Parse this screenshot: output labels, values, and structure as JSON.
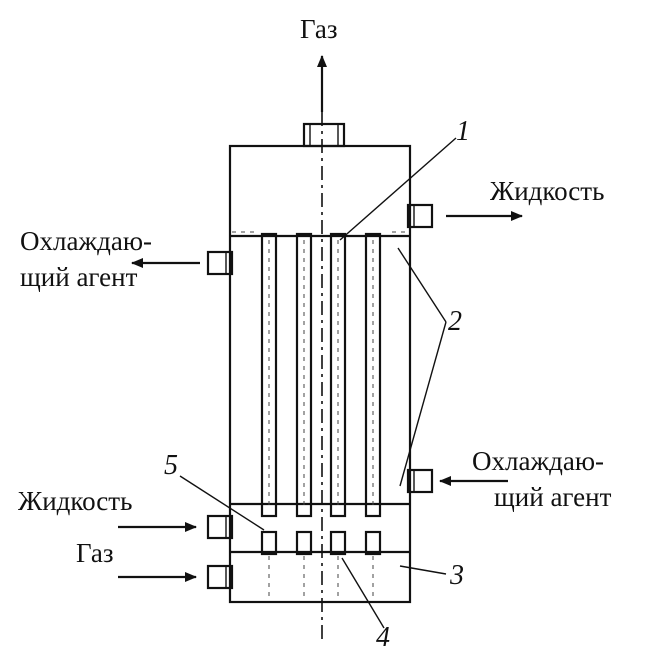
{
  "labels": {
    "gas_top": "Газ",
    "liquid_out": "Жидкость",
    "coolant_out_1": "Охлаждаю-",
    "coolant_out_2": "щий агент",
    "coolant_in_1": "Охлаждаю-",
    "coolant_in_2": "щий агент",
    "liquid_in": "Жидкость",
    "gas_in": "Газ"
  },
  "callouts": {
    "n1": "1",
    "n2": "2",
    "n3": "3",
    "n4": "4",
    "n5": "5"
  }
}
